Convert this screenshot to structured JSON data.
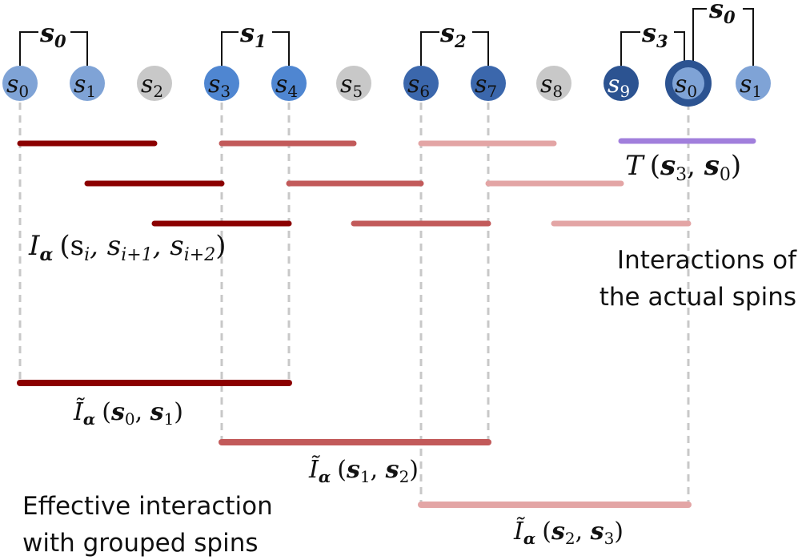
{
  "spins": [
    {
      "sym": "s",
      "sub": "0",
      "color": "#7fa3d6"
    },
    {
      "sym": "s",
      "sub": "1",
      "color": "#7fa3d6"
    },
    {
      "sym": "s",
      "sub": "2",
      "color": "#c8c8c8"
    },
    {
      "sym": "s",
      "sub": "3",
      "color": "#4f86d1"
    },
    {
      "sym": "s",
      "sub": "4",
      "color": "#4f86d1"
    },
    {
      "sym": "s",
      "sub": "5",
      "color": "#c8c8c8"
    },
    {
      "sym": "s",
      "sub": "6",
      "color": "#3b67ac"
    },
    {
      "sym": "s",
      "sub": "7",
      "color": "#3b67ac"
    },
    {
      "sym": "s",
      "sub": "8",
      "color": "#c8c8c8"
    },
    {
      "sym": "s",
      "sub": "9",
      "color": "#2c5391"
    },
    {
      "sym": "s",
      "sub": "0",
      "color": "#2c5391"
    },
    {
      "sym": "s",
      "sub": "1",
      "color": "#7fa3d6"
    }
  ],
  "brackets": [
    {
      "sym": "s",
      "sub": "0"
    },
    {
      "sym": "s",
      "sub": "1"
    },
    {
      "sym": "s",
      "sub": "2"
    },
    {
      "sym": "s",
      "sub": "3"
    },
    {
      "sym": "s",
      "sub": "0"
    }
  ],
  "labels": {
    "i_alpha": {
      "sym": "I",
      "bold_sub": "α",
      "args": "(s",
      "a1": "i",
      "a2": ", s",
      "a3": "i+1",
      "a4": ", s",
      "a5": "i+2",
      "a6": ")"
    },
    "t_label": {
      "sym": "T",
      "args_open": "(",
      "s_a": "s",
      "sub_a": "3",
      "comma": ", ",
      "s_b": "s",
      "sub_b": "0",
      "args_close": ")"
    },
    "tilde_01": {
      "sym": "Ĩ",
      "bold_sub": "α",
      "open": "(",
      "s_a": "s",
      "sub_a": "0",
      "comma": ", ",
      "s_b": "s",
      "sub_b": "1",
      "close": ")"
    },
    "tilde_12": {
      "sym": "Ĩ",
      "bold_sub": "α",
      "open": "(",
      "s_a": "s",
      "sub_a": "1",
      "comma": ", ",
      "s_b": "s",
      "sub_b": "2",
      "close": ")"
    },
    "tilde_23": {
      "sym": "Ĩ",
      "bold_sub": "α",
      "open": "(",
      "s_a": "s",
      "sub_a": "2",
      "comma": ", ",
      "s_b": "s",
      "sub_b": "3",
      "close": ")"
    },
    "actual_line1": "Interactions of",
    "actual_line2": "the actual spins",
    "effective_line1": "Effective interaction",
    "effective_line2": "with grouped spins"
  },
  "colors": {
    "dark_red": "#8b0000",
    "mid_red": "#c25a5a",
    "light_red": "#e3a5a5",
    "purple": "#a17fdc",
    "dashed": "#c8c8c8",
    "ring": "#2c5391"
  }
}
